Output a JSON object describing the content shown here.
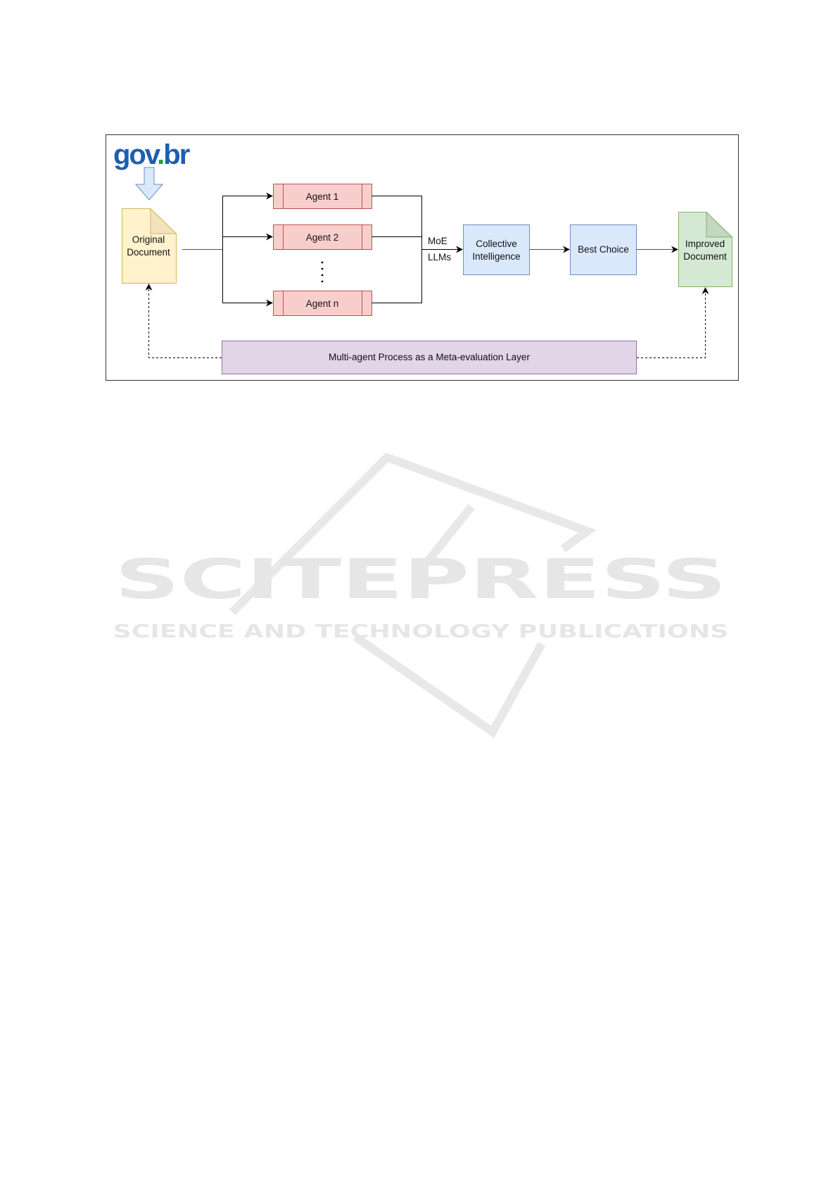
{
  "logo": {
    "text_gov": "gov",
    "text_dot": ".",
    "text_br": "br"
  },
  "nodes": {
    "original_document": [
      "Original",
      "Document"
    ],
    "agents": [
      "Agent 1",
      "Agent 2",
      "Agent n"
    ],
    "moe_label": "MoE",
    "llms_label": "LLMs",
    "collective_intelligence": [
      "Collective",
      "Intelligence"
    ],
    "best_choice": "Best Choice",
    "improved_document": [
      "Improved",
      "Document"
    ],
    "meta_layer": "Multi-agent Process as a Meta-evaluation Layer"
  },
  "watermark": {
    "title": "SCITEPRESS",
    "subtitle": "SCIENCE AND TECHNOLOGY PUBLICATIONS"
  },
  "colors": {
    "document_yellow": "#fff2cc",
    "agent_red": "#f8cecc",
    "process_blue": "#dae8fc",
    "document_green": "#d5e8d4",
    "meta_purple": "#e1d5e7"
  }
}
